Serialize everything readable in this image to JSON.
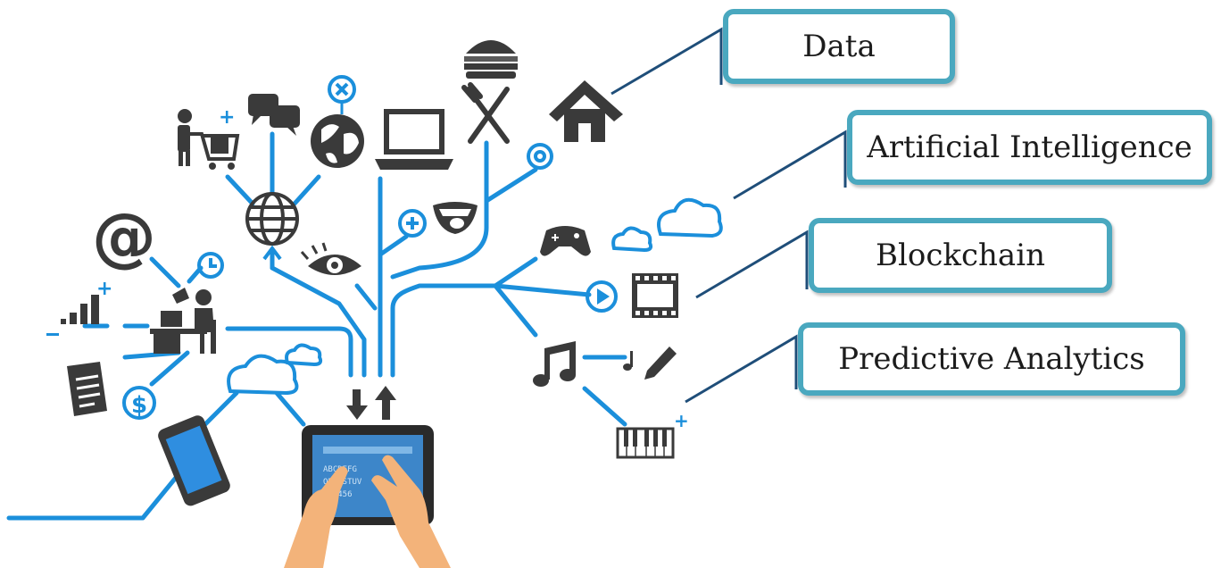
{
  "callouts": {
    "data": "Data",
    "ai": "Artificial Intelligence",
    "blockchain": "Blockchain",
    "predictive": "Predictive Analytics"
  },
  "tablet": {
    "keys_row1": "ABCDEFG",
    "keys_row2": "OPQRSTUV",
    "keys_row3": "123456"
  },
  "colors": {
    "network_blue": "#1b8fdb",
    "icon_dark": "#3a3a3a",
    "callout_border": "#4aa8bf",
    "connector_navy": "#1f4e79",
    "skin": "#f3b37a"
  },
  "icons": [
    "shopping-cart-icon",
    "chat-bubbles-icon",
    "globe-icon",
    "close-circle-icon",
    "laptop-icon",
    "burger-icon",
    "fork-knife-icon",
    "house-icon",
    "target-icon",
    "at-sign-icon",
    "clock-icon",
    "internet-icon",
    "plus-circle-icon",
    "mouth-icon",
    "eye-icon",
    "game-controller-icon",
    "cloud-icon",
    "bar-chart-icon",
    "office-worker-icon",
    "play-button-icon",
    "film-strip-icon",
    "music-note-icon",
    "pencil-icon",
    "document-icon",
    "dollar-icon",
    "piano-keys-icon",
    "download-arrow-icon",
    "upload-arrow-icon",
    "smartphone-icon",
    "tablet-icon"
  ]
}
